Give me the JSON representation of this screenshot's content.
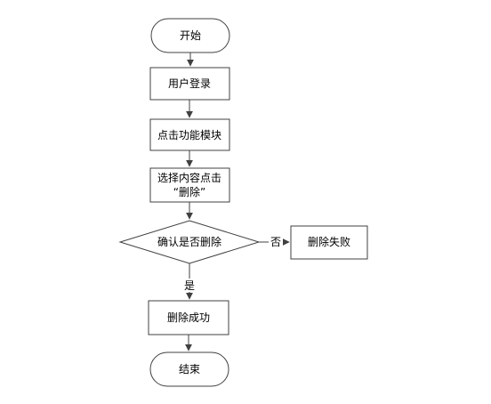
{
  "flowchart": {
    "start": "开始",
    "login": "用户登录",
    "click_module": "点击功能模块",
    "select_line1": "选择内容点击",
    "select_line2": "“删除”",
    "confirm": "确认是否删除",
    "delete_fail": "删除失败",
    "delete_success": "删除成功",
    "end": "结束",
    "no_label": "否",
    "yes_label": "是"
  }
}
